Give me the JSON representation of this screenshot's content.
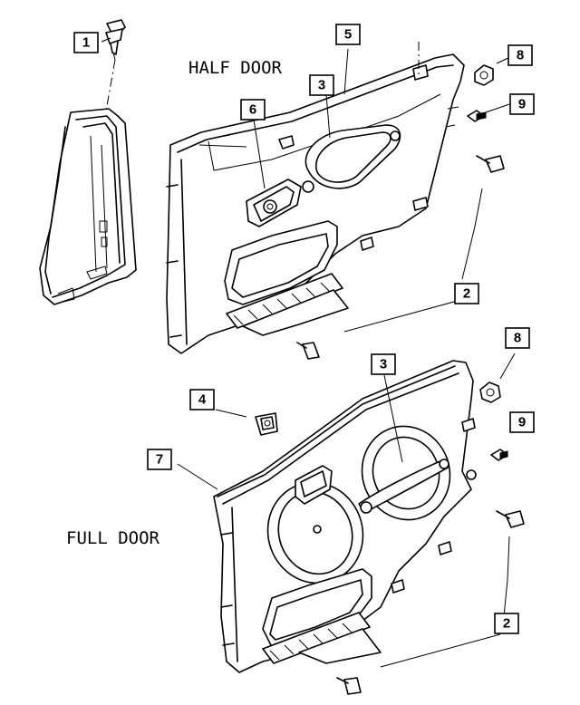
{
  "labels": {
    "half_door": "HALF DOOR",
    "full_door": "FULL DOOR"
  },
  "callouts": [
    {
      "id": "c1",
      "number": "1"
    },
    {
      "id": "c5",
      "number": "5"
    },
    {
      "id": "c8a",
      "number": "8"
    },
    {
      "id": "c3a",
      "number": "3"
    },
    {
      "id": "c9a",
      "number": "9"
    },
    {
      "id": "c6",
      "number": "6"
    },
    {
      "id": "c2a",
      "number": "2"
    },
    {
      "id": "c8b",
      "number": "8"
    },
    {
      "id": "c3b",
      "number": "3"
    },
    {
      "id": "c4",
      "number": "4"
    },
    {
      "id": "c9b",
      "number": "9"
    },
    {
      "id": "c7",
      "number": "7"
    },
    {
      "id": "c2b",
      "number": "2"
    }
  ]
}
